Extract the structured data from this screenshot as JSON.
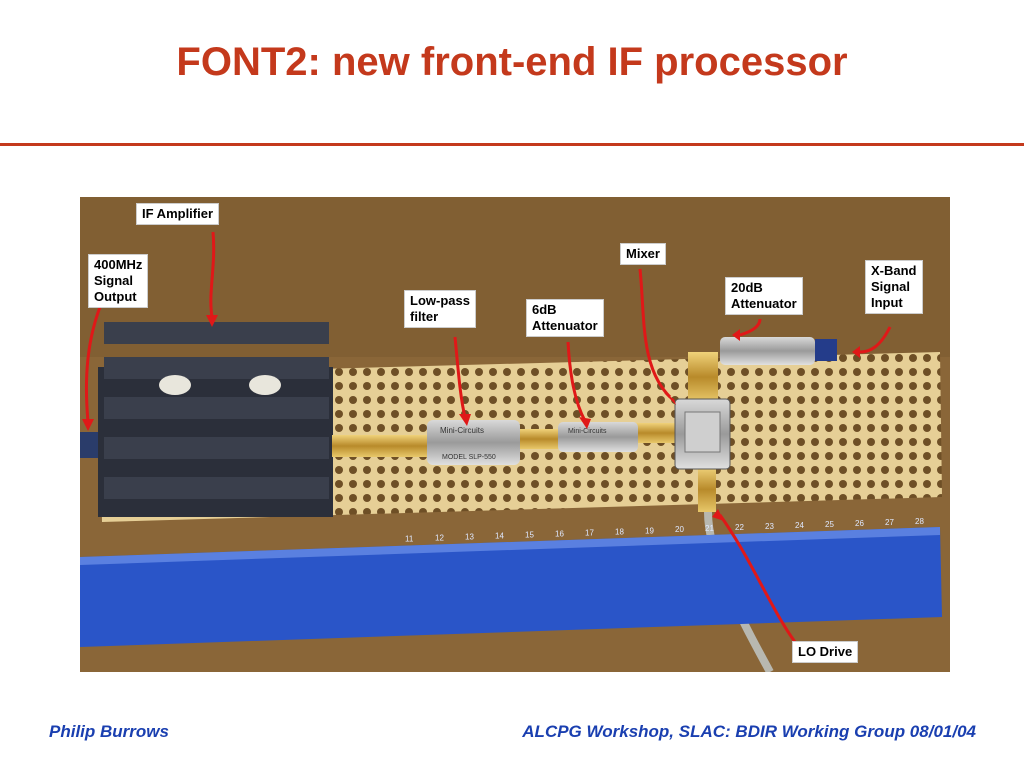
{
  "slide": {
    "title": "FONT2: new front-end IF processor",
    "accent_color": "#c4391c",
    "footer_color": "#1a3fb0"
  },
  "photo": {
    "callouts": {
      "if_amplifier": "IF Amplifier",
      "signal_output": "400MHz\nSignal\nOutput",
      "low_pass_filter": "Low-pass\nfilter",
      "attenuator_6db": "6dB\nAttenuator",
      "mixer": "Mixer",
      "attenuator_20db": "20dB\nAttenuator",
      "xband_input": "X-Band\nSignal\nInput",
      "lo_drive": "LO Drive"
    },
    "component_text": {
      "filter_brand": "Mini-Circuits",
      "filter_model": "MODEL SLP-550",
      "attenuator_brand": "Mini-Circuits"
    },
    "ruler_numbers": [
      "11",
      "12",
      "13",
      "14",
      "15",
      "16",
      "17",
      "18",
      "19",
      "20",
      "21",
      "22",
      "23",
      "24",
      "25",
      "26",
      "27",
      "28"
    ]
  },
  "footer": {
    "left": "Philip Burrows",
    "right": "ALCPG Workshop, SLAC: BDIR Working Group 08/01/04"
  }
}
